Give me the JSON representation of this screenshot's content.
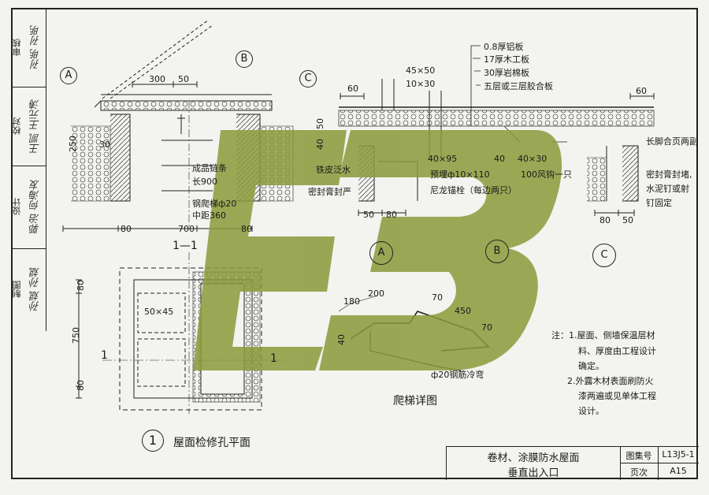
{
  "sidebar": {
    "rows": [
      {
        "label": "审核",
        "signature": "孙明  孙明"
      },
      {
        "label": "校对",
        "signature": "王凯  王元涛"
      },
      {
        "label": "设计",
        "signature": "郭治  何海友"
      },
      {
        "label": "制图",
        "signature": "孙斌  孙斌"
      }
    ]
  },
  "plan": {
    "section_label": "1—1",
    "marker_1": "1",
    "marker_2": "1",
    "title_number": "1",
    "title": "屋面检修孔平面",
    "dims": {
      "d80a": "80",
      "d700": "700",
      "d80b": "80",
      "d80c": "80",
      "d750": "750",
      "d80d": "80",
      "d5045": "50×45"
    }
  },
  "section": {
    "callout_a": "A",
    "callout_b": "B",
    "callout_c": "C",
    "dims": {
      "d300": "300",
      "d50": "50",
      "d250": "250",
      "d30": "30"
    },
    "notes": [
      "成品链条",
      "长900",
      "钢爬梯ф20",
      "中距360"
    ]
  },
  "detail_a": {
    "dims": {
      "d60": "60",
      "d45x50": "45×50",
      "d10x30": "10×30",
      "d50": "50",
      "d40": "40",
      "d50b": "50",
      "d80": "80"
    },
    "notes": [
      "铁皮泛水",
      "密封膏封严"
    ],
    "label": "A"
  },
  "detail_b": {
    "layers": [
      "0.8厚铝板",
      "17厚木工板",
      "30厚岩棉板",
      "五层或三层胶合板"
    ],
    "dims": {
      "d40x95": "40×95",
      "d40": "40",
      "d40x30": "40×30"
    },
    "notes": [
      "预埋ф10×110",
      "尼龙锚栓（每边两只）",
      "100风钩一只"
    ],
    "label": "B"
  },
  "detail_c": {
    "dims": {
      "d60": "60",
      "d80": "80",
      "d50": "50"
    },
    "notes": [
      "长脚合页两副",
      "密封膏封堵,",
      "水泥钉或射",
      "钉固定"
    ],
    "label": "C"
  },
  "ladder": {
    "dims": {
      "d180": "180",
      "d200": "200",
      "d70a": "70",
      "d450": "450",
      "d70b": "70",
      "d40": "40"
    },
    "note": "ф20钢筋冷弯",
    "title": "爬梯详图"
  },
  "notes": {
    "lines": [
      "注：1.屋面、侧墙保温层材",
      "料、厚度由工程设计",
      "确定。",
      "2.外露木材表面刷防火",
      "漆两遍或见单体工程",
      "设计。"
    ]
  },
  "title_block": {
    "title_line1": "卷材、涂膜防水屋面",
    "title_line2": "垂直出入口",
    "atlas_label": "图集号",
    "atlas_value": "L13J5-1",
    "page_label": "页次",
    "page_value": "A15"
  },
  "watermark": {
    "color": "#8a9a3a"
  }
}
